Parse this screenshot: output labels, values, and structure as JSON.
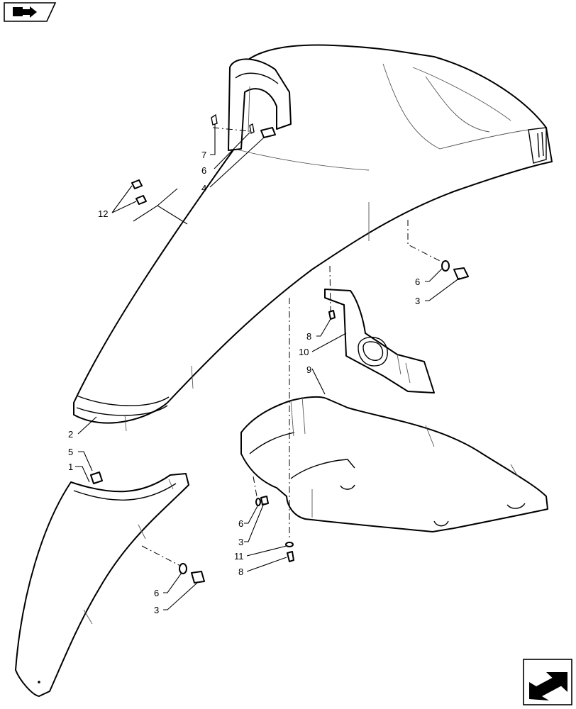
{
  "callouts": [
    {
      "id": "c7",
      "label": "7"
    },
    {
      "id": "c6a",
      "label": "6"
    },
    {
      "id": "c4",
      "label": "4"
    },
    {
      "id": "c12",
      "label": "12"
    },
    {
      "id": "c6b",
      "label": "6"
    },
    {
      "id": "c3a",
      "label": "3"
    },
    {
      "id": "c8a",
      "label": "8"
    },
    {
      "id": "c10",
      "label": "10"
    },
    {
      "id": "c9",
      "label": "9"
    },
    {
      "id": "c2",
      "label": "2"
    },
    {
      "id": "c5",
      "label": "5"
    },
    {
      "id": "c1",
      "label": "1"
    },
    {
      "id": "c6c",
      "label": "6"
    },
    {
      "id": "c3b",
      "label": "3"
    },
    {
      "id": "c11",
      "label": "11"
    },
    {
      "id": "c8b",
      "label": "8"
    },
    {
      "id": "c6d",
      "label": "6"
    },
    {
      "id": "c3c",
      "label": "3"
    }
  ],
  "icons": {
    "top_nav": "book-arrow-icon",
    "bottom_nav": "next-page-arrow-icon"
  },
  "colors": {
    "line": "#000000",
    "background": "#ffffff"
  }
}
